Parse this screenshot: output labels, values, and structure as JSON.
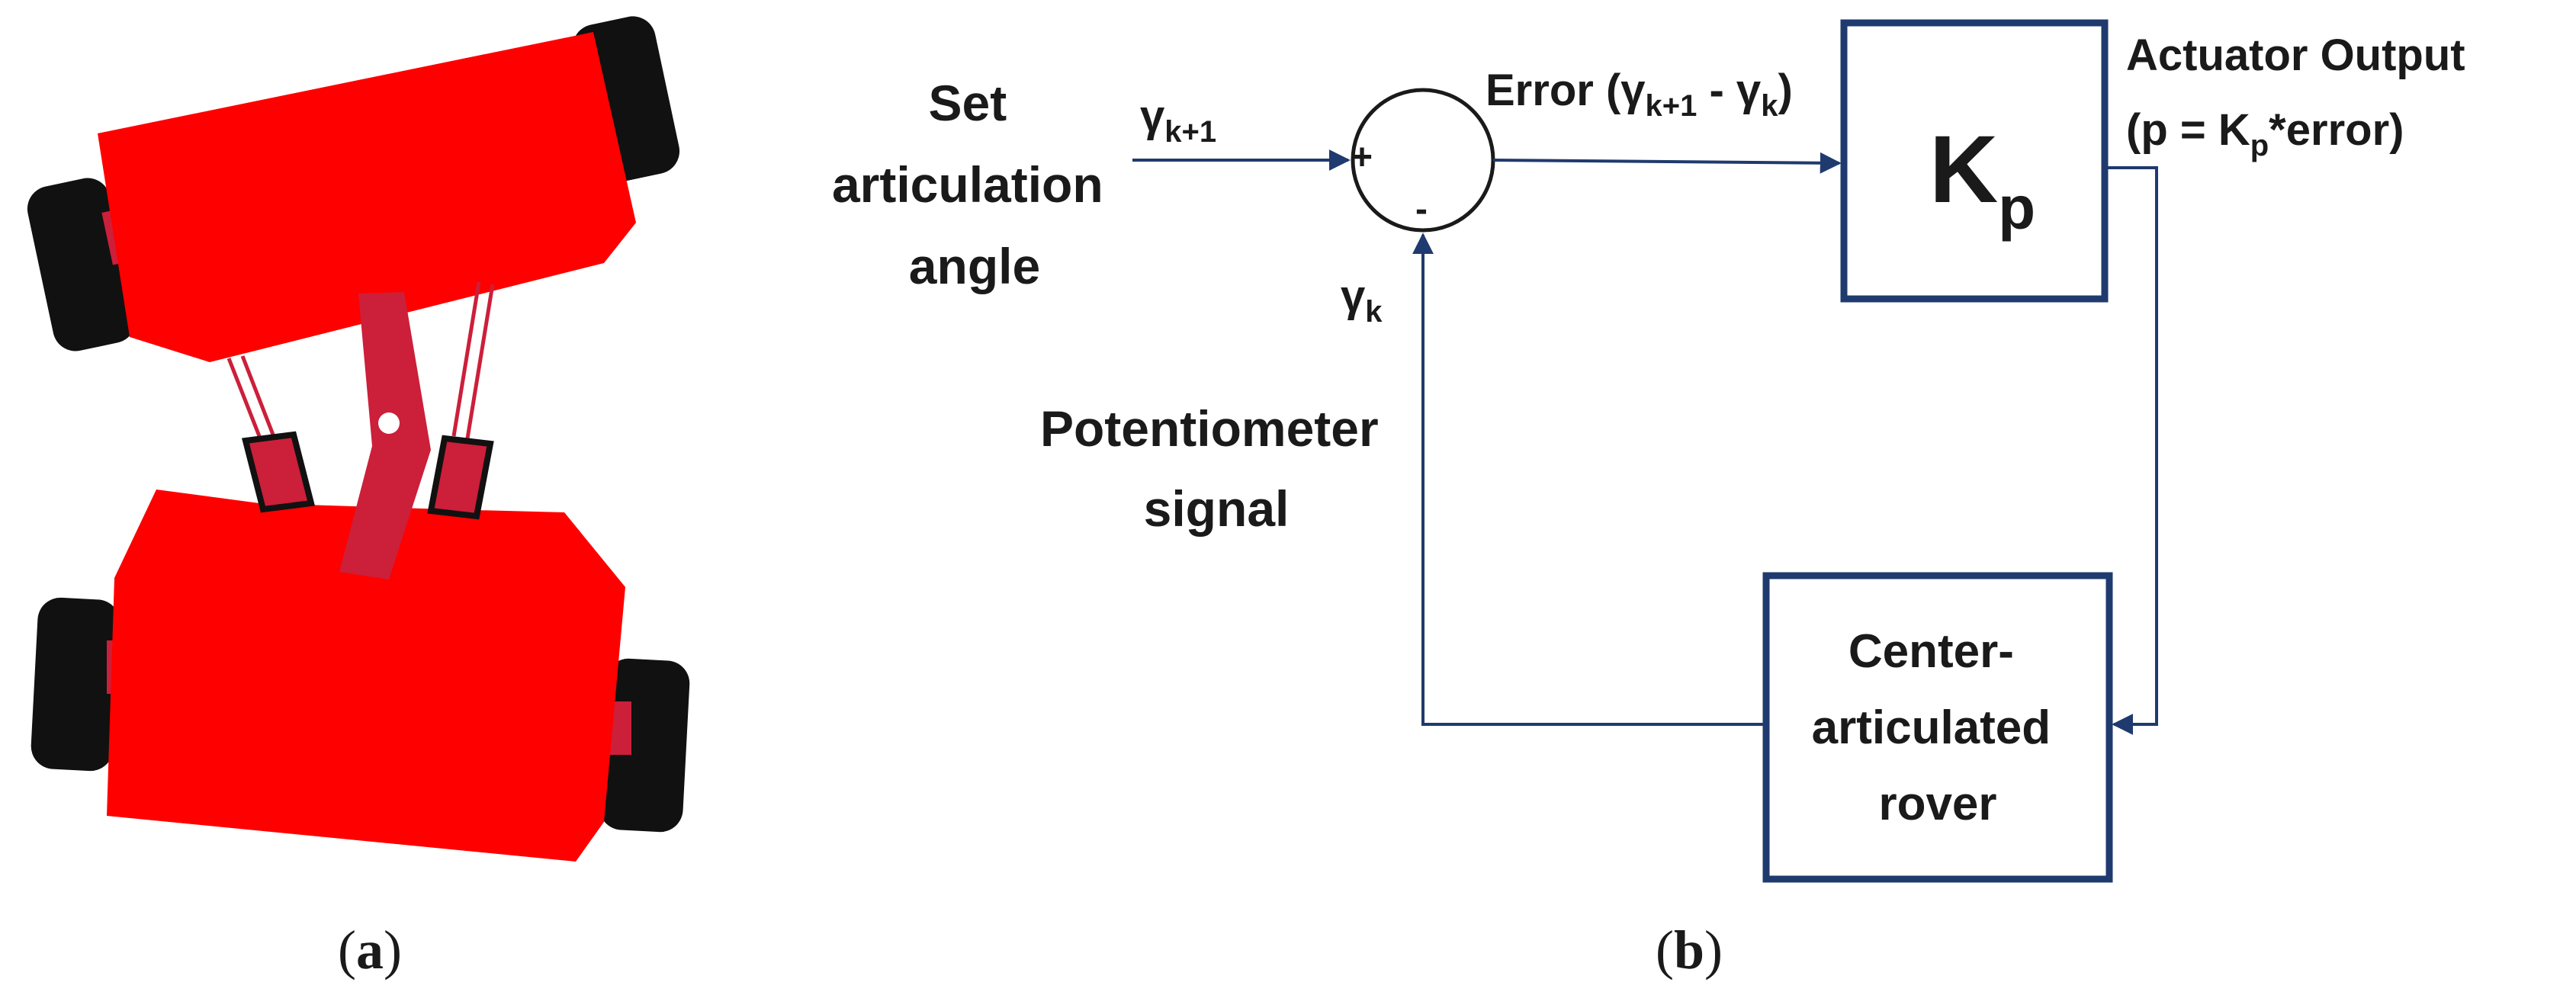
{
  "panel_a": {
    "caption_open": "(",
    "caption_letter": "a",
    "caption_close": ")",
    "rover_color": "#ff0000",
    "hinge_color": "#cc1f3a",
    "wheel_color": "#111111"
  },
  "panel_b": {
    "caption_open": "(",
    "caption_letter": "b",
    "caption_close": ")",
    "line_color": "#1f3a6e",
    "setpoint_label": [
      "Set",
      "articulation",
      "angle"
    ],
    "input_symbol": "γ",
    "input_subscript": "k+1",
    "summer_plus": "+",
    "summer_minus": "-",
    "error_prefix": "Error (γ",
    "error_sub1": "k+1",
    "error_mid": " - γ",
    "error_sub2": "k",
    "error_suffix": ")",
    "controller_symbol": "K",
    "controller_subscript": "p",
    "actuator_line1": "Actuator Output",
    "actuator_line2_prefix": "(p = K",
    "actuator_line2_sub": "p",
    "actuator_line2_suffix": "*error)",
    "feedback_symbol": "γ",
    "feedback_subscript": "k",
    "sensor_label": [
      "Potentiometer",
      "signal"
    ],
    "plant_label": [
      "Center-",
      "articulated",
      "rover"
    ]
  }
}
